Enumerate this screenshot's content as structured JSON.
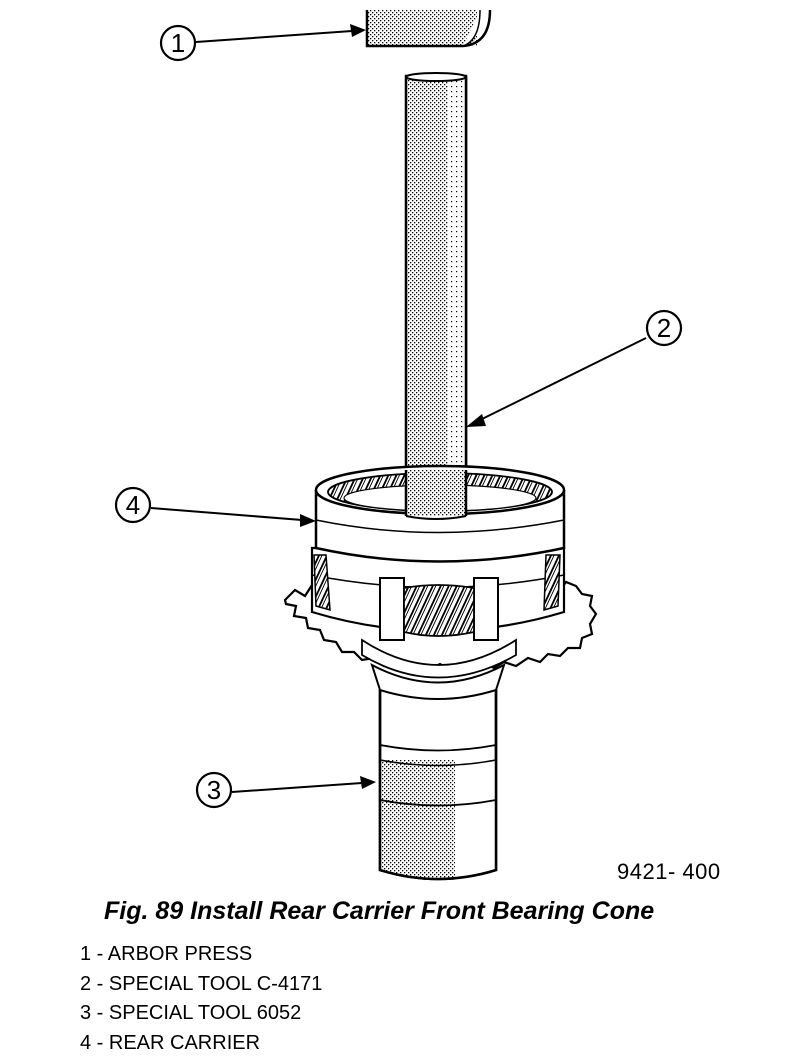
{
  "figure": {
    "code": "9421- 400",
    "caption": "Fig. 89 Install Rear Carrier Front Bearing Cone"
  },
  "callouts": [
    "1",
    "2",
    "3",
    "4"
  ],
  "legend": [
    "1 - ARBOR PRESS",
    "2 - SPECIAL TOOL C-4171",
    "3 - SPECIAL TOOL 6052",
    "4 - REAR CARRIER"
  ]
}
